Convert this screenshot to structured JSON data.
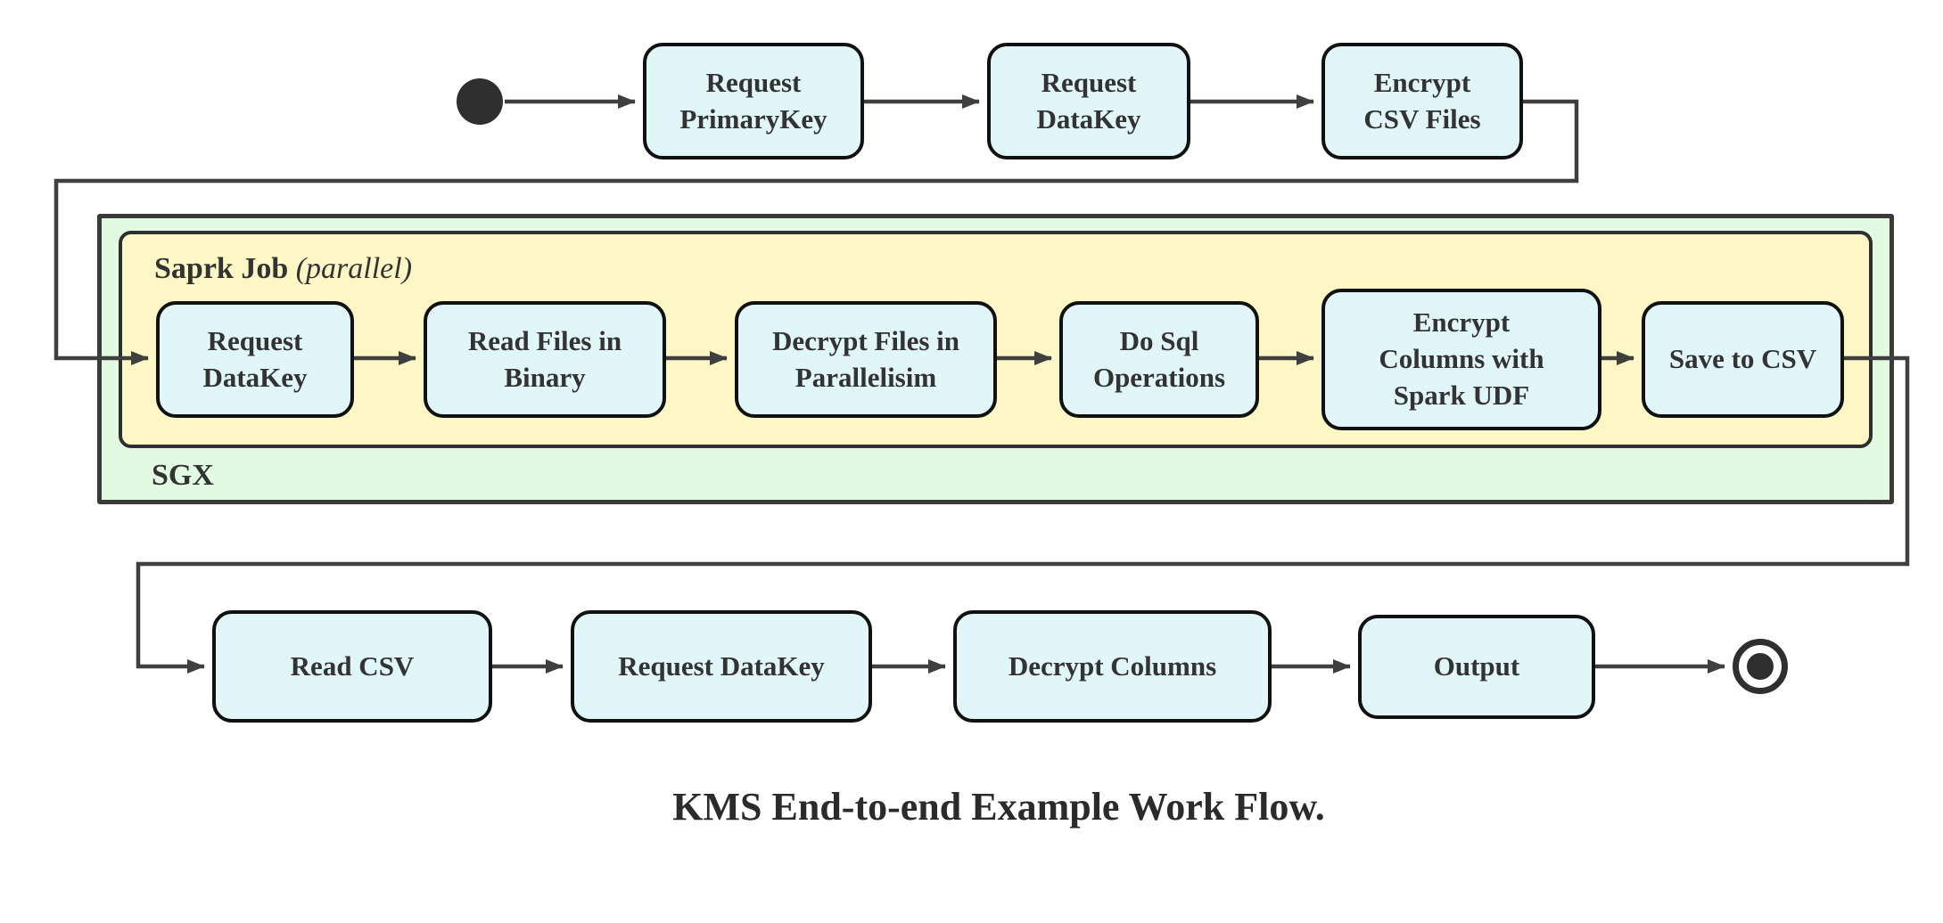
{
  "diagram": {
    "caption": "KMS End-to-end Example Work Flow.",
    "containers": {
      "sgx": {
        "label": "SGX"
      },
      "spark_job": {
        "label_bold": "Saprk Job",
        "label_italic_suffix": "(parallel)"
      }
    },
    "top_row": [
      {
        "label": "Request\nPrimaryKey"
      },
      {
        "label": "Request\nDataKey"
      },
      {
        "label": "Encrypt\nCSV Files"
      }
    ],
    "spark_row": [
      {
        "label": "Request\nDataKey"
      },
      {
        "label": "Read Files in\nBinary"
      },
      {
        "label": "Decrypt Files in\nParallelisim"
      },
      {
        "label": "Do Sql\nOperations"
      },
      {
        "label": "Encrypt\nColumns with\nSpark UDF"
      },
      {
        "label": "Save to CSV"
      }
    ],
    "bottom_row": [
      {
        "label": "Read CSV"
      },
      {
        "label": "Request DataKey"
      },
      {
        "label": "Decrypt Columns"
      },
      {
        "label": "Output"
      }
    ],
    "colors": {
      "node_fill": "#e0f6f9",
      "node_border": "#111111",
      "spark_fill": "#fcf7c5",
      "sgx_fill": "#e2f9e2",
      "edge": "#3f3f3f"
    }
  }
}
